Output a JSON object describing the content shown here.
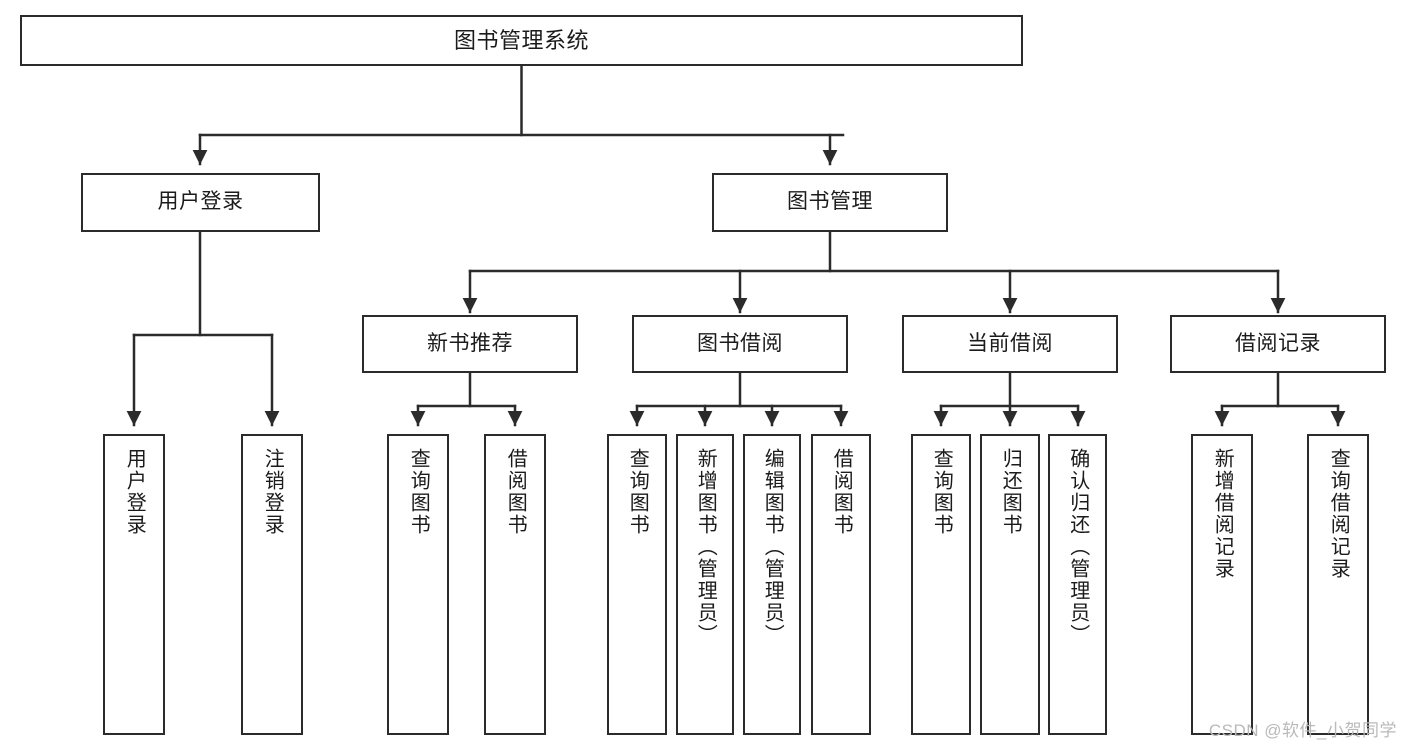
{
  "diagram": {
    "title": "图书管理系统",
    "type": "tree",
    "watermark": "CSDN @软件_小贺同学",
    "line_color": "#2b2b2b",
    "box_fill": "#ffffff",
    "text_color": "#1b1b1b"
  },
  "nodes": {
    "root": {
      "label": "图书管理系统"
    },
    "level2": [
      {
        "id": "user-login",
        "label": "用户登录"
      },
      {
        "id": "book-manage",
        "label": "图书管理"
      }
    ],
    "level3": [
      {
        "id": "new-book-recommend",
        "label": "新书推荐"
      },
      {
        "id": "book-borrow",
        "label": "图书借阅"
      },
      {
        "id": "current-borrow",
        "label": "当前借阅"
      },
      {
        "id": "borrow-record",
        "label": "借阅记录"
      }
    ],
    "leaves": {
      "user_login": [
        {
          "id": "leaf-user-login",
          "label": "用户登录"
        },
        {
          "id": "leaf-user-logout",
          "label": "注销登录"
        }
      ],
      "new_book_recommend": [
        {
          "id": "leaf-query-book-1",
          "label": "查询图书"
        },
        {
          "id": "leaf-borrow-book-1",
          "label": "借阅图书"
        }
      ],
      "book_borrow": [
        {
          "id": "leaf-query-book-2",
          "label": "查询图书"
        },
        {
          "id": "leaf-add-book",
          "label": "新增图书（管理员）"
        },
        {
          "id": "leaf-edit-book",
          "label": "编辑图书（管理员）"
        },
        {
          "id": "leaf-borrow-book-2",
          "label": "借阅图书"
        }
      ],
      "current_borrow": [
        {
          "id": "leaf-query-book-3",
          "label": "查询图书"
        },
        {
          "id": "leaf-return-book",
          "label": "归还图书"
        },
        {
          "id": "leaf-confirm-return",
          "label": "确认归还（管理员）"
        }
      ],
      "borrow_record": [
        {
          "id": "leaf-add-record",
          "label": "新增借阅记录"
        },
        {
          "id": "leaf-query-record",
          "label": "查询借阅记录"
        }
      ]
    }
  }
}
